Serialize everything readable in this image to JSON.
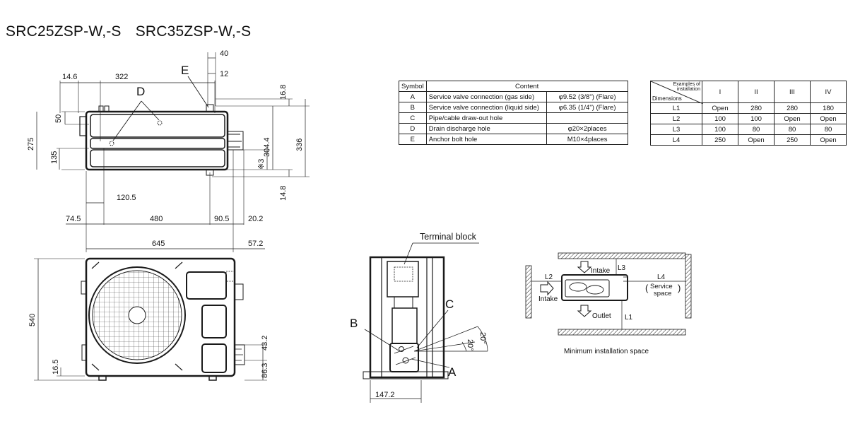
{
  "title": {
    "models": [
      "SRC25ZSP-W,-S",
      "SRC35ZSP-W,-S"
    ]
  },
  "top_view": {
    "dims": {
      "d40": "40",
      "d12": "12",
      "d14_6": "14.6",
      "d322": "322",
      "d50": "50",
      "d275": "275",
      "d135": "135",
      "d120_5": "120.5",
      "d74_5": "74.5",
      "d480": "480",
      "d90_5": "90.5",
      "d20_2": "20.2",
      "d645": "645",
      "d57_2": "57.2",
      "d16_8": "16.8",
      "d304_4": "304.4",
      "d336": "336",
      "d14_8": "14.8",
      "note3": "※3"
    },
    "labels": {
      "D": "D",
      "E": "E"
    }
  },
  "front_view": {
    "dims": {
      "d540": "540",
      "d16_5": "16.5",
      "d43_2": "43.2",
      "d86_3": "86.3"
    }
  },
  "side_view": {
    "terminal_block": "Terminal block",
    "labels": {
      "A": "A",
      "B": "B",
      "C": "C"
    },
    "dims": {
      "d147_2": "147.2",
      "a20a": "20°",
      "a20b": "20°"
    }
  },
  "symbol_table": {
    "headers": [
      "Symbol",
      "Content"
    ],
    "rows": [
      {
        "symbol": "A",
        "content": "Service valve connection (gas side)",
        "spec": "φ9.52 (3/8\") (Flare)"
      },
      {
        "symbol": "B",
        "content": "Service valve connection (liquid side)",
        "spec": "φ6.35 (1/4\") (Flare)"
      },
      {
        "symbol": "C",
        "content": "Pipe/cable draw-out hole",
        "spec": ""
      },
      {
        "symbol": "D",
        "content": "Drain discharge hole",
        "spec": "φ20×2places"
      },
      {
        "symbol": "E",
        "content": "Anchor bolt hole",
        "spec": "M10×4places"
      }
    ]
  },
  "dims_table": {
    "corner_top": "Examples of installation",
    "corner_bottom": "Dimensions",
    "columns": [
      "I",
      "II",
      "III",
      "IV"
    ],
    "rows": [
      {
        "label": "L1",
        "values": [
          "Open",
          "280",
          "280",
          "180"
        ]
      },
      {
        "label": "L2",
        "values": [
          "100",
          "100",
          "Open",
          "Open"
        ]
      },
      {
        "label": "L3",
        "values": [
          "100",
          "80",
          "80",
          "80"
        ]
      },
      {
        "label": "L4",
        "values": [
          "250",
          "Open",
          "250",
          "Open"
        ]
      }
    ]
  },
  "install_diagram": {
    "intake_top": "Intake",
    "intake_left": "Intake",
    "outlet": "Outlet",
    "L1": "L1",
    "L2": "L2",
    "L3": "L3",
    "L4": "L4",
    "service_space": "Service space",
    "service_line1": "Service",
    "service_line2": "space",
    "caption": "Minimum installation space"
  },
  "colors": {
    "line": "#1a1a1a",
    "background": "#ffffff"
  }
}
